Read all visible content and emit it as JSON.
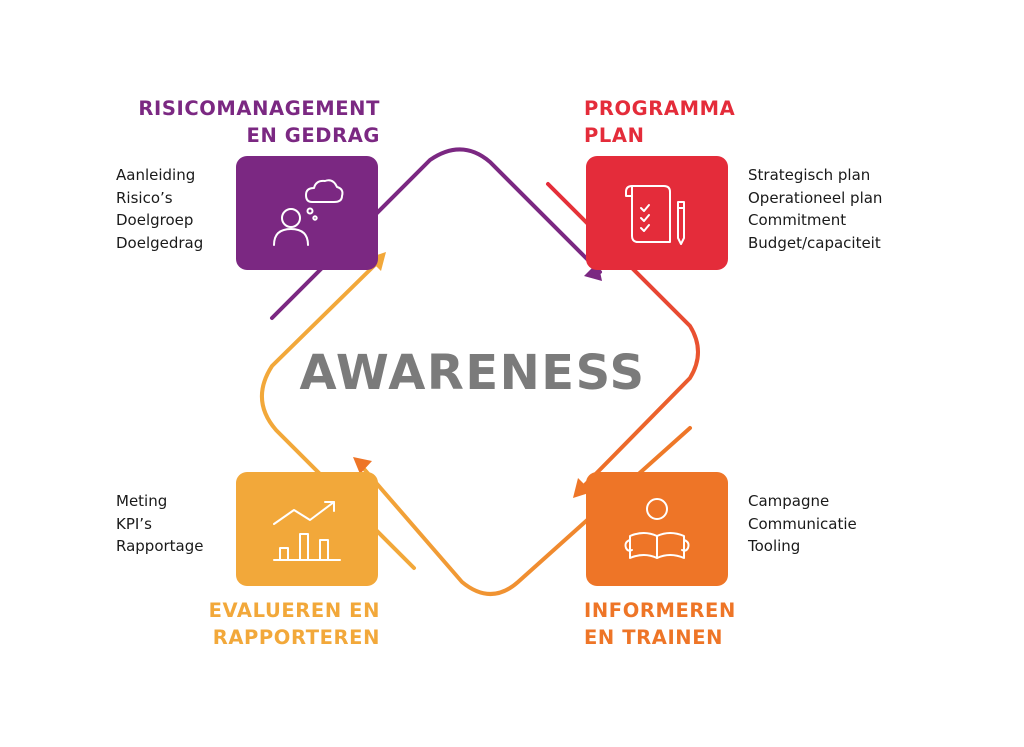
{
  "center": {
    "label": "AWARENESS"
  },
  "phases": [
    {
      "id": "risk",
      "title_lines": [
        "RISICOMANAGEMENT",
        "EN GEDRAG"
      ],
      "items": [
        "Aanleiding",
        "Risico’s",
        "Doelgroep",
        "Doelgedrag"
      ],
      "color": "#7b2882",
      "icon": "person-thought-icon"
    },
    {
      "id": "plan",
      "title_lines": [
        "PROGRAMMA",
        "PLAN"
      ],
      "items": [
        "Strategisch plan",
        "Operationeel plan",
        "Commitment",
        "Budget/capaciteit"
      ],
      "color": "#e42c3a",
      "icon": "checklist-pencil-icon"
    },
    {
      "id": "inform",
      "title_lines": [
        "INFORMEREN",
        "EN TRAINEN"
      ],
      "items": [
        "Campagne",
        "Communicatie",
        "Tooling"
      ],
      "color": "#ee7527",
      "icon": "person-reading-icon"
    },
    {
      "id": "evaluate",
      "title_lines": [
        "EVALUEREN EN",
        "RAPPORTEREN"
      ],
      "items": [
        "Meting",
        "KPI’s",
        "Rapportage"
      ],
      "color": "#f2a83a",
      "icon": "bar-chart-trend-icon"
    }
  ]
}
